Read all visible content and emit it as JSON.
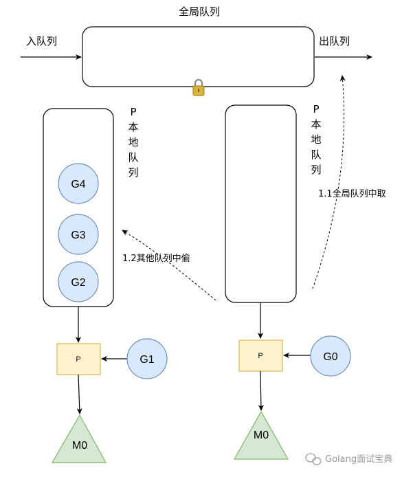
{
  "global_queue": {
    "title": "全局队列",
    "enqueue_label": "入队列",
    "dequeue_label": "出队列",
    "lock_icon": "padlock-icon"
  },
  "left_p": {
    "local_queue_label": [
      "P",
      "本",
      "地",
      "队",
      "列"
    ],
    "goroutines": [
      "G4",
      "G3",
      "G2"
    ],
    "p_label": "P",
    "running_g": "G1",
    "machine": "M0"
  },
  "right_p": {
    "local_queue_label": [
      "P",
      "本",
      "地",
      "队",
      "列"
    ],
    "p_label": "P",
    "running_g": "G0",
    "machine": "M0"
  },
  "annotations": {
    "steal_from_global": "1.1全局队列中取",
    "steal_from_other": "1.2其他队列中偷"
  },
  "watermark": "Golang面试宝典",
  "colors": {
    "g_fill": "#dae8fc",
    "g_stroke": "#6c8ebf",
    "p_fill": "#fff2cc",
    "p_stroke": "#d6b656",
    "m_fill": "#d5e8d4",
    "m_stroke": "#82b366"
  }
}
